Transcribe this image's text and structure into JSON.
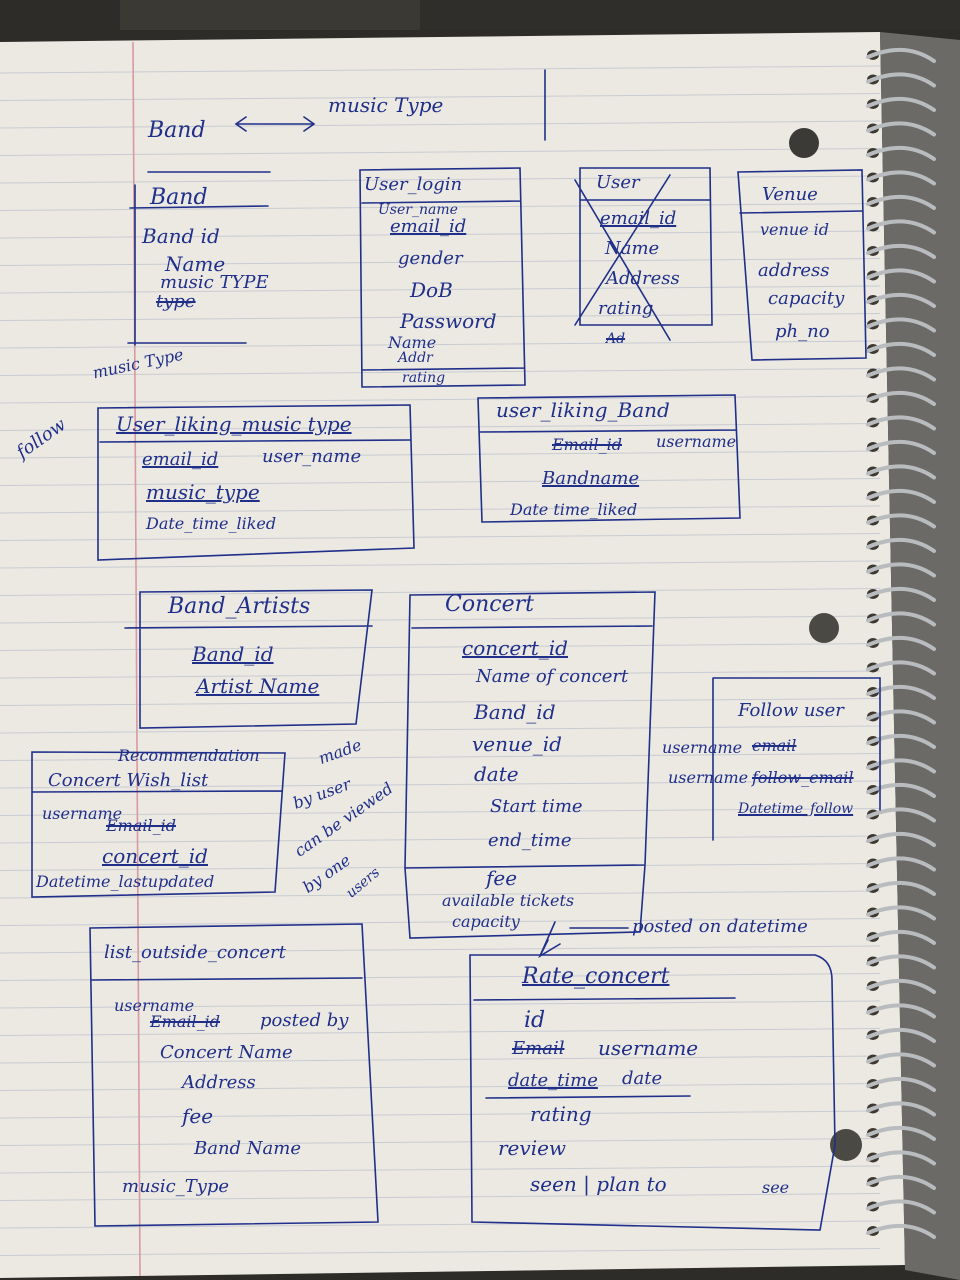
{
  "page_header": {
    "relation_left": "Band",
    "relation_right": "music Type"
  },
  "tables": {
    "band": {
      "title": "Band",
      "fields": [
        "Band id",
        "Name",
        "music TYPE",
        "type"
      ],
      "below": "music Type"
    },
    "user_login": {
      "title": "User_login",
      "fields": [
        "User_name",
        "email_id",
        "gender",
        "DoB",
        "Password",
        "Name",
        "Addr",
        "rating"
      ]
    },
    "user_crossed": {
      "title": "User",
      "fields": [
        "email_id",
        "Name",
        "Address",
        "rating",
        "Ad"
      ]
    },
    "venue": {
      "title": "Venue",
      "fields": [
        "venue id",
        "address",
        "capacity",
        "ph_no"
      ]
    },
    "user_liking_music": {
      "title": "User_liking_music type",
      "side": "follow",
      "fields": [
        "email_id",
        "user_name",
        "music_type",
        "Date_time_liked"
      ]
    },
    "user_liking_band": {
      "title": "user_liking_Band",
      "fields": [
        "Email_id",
        "username",
        "Bandname",
        "Date time_liked"
      ]
    },
    "band_artists": {
      "title": "Band_Artists",
      "fields": [
        "Band_id",
        "Artist Name"
      ]
    },
    "concert": {
      "title": "Concert",
      "fields": [
        "concert_id",
        "Name of concert",
        "Band_id",
        "venue_id",
        "date",
        "Start time",
        "end_time",
        "fee",
        "available tickets",
        "capacity"
      ],
      "note": "posted on datetime"
    },
    "wish_list": {
      "title": "Concert Wish_list",
      "heading": "Recommendation",
      "fields": [
        "username",
        "Email_id",
        "concert_id",
        "Datetime_lastupdated"
      ],
      "note": [
        "made",
        "by user",
        "can be viewed",
        "by one",
        "users"
      ]
    },
    "follow": {
      "title": "Follow user",
      "fields": [
        "username",
        "email",
        "username",
        "follow_email",
        "Datetime_follow"
      ]
    },
    "list_outside_concert": {
      "title": "list_outside_concert",
      "fields": [
        "username",
        "Email_id",
        "posted by",
        "Concert Name",
        "Address",
        "fee",
        "Band Name",
        "music_Type"
      ]
    },
    "rate_concert": {
      "title": "Rate_concert",
      "fields": [
        "id",
        "Email",
        "username",
        "date_time",
        "date",
        "rating",
        "review",
        "seen | plan to",
        "see"
      ]
    }
  }
}
